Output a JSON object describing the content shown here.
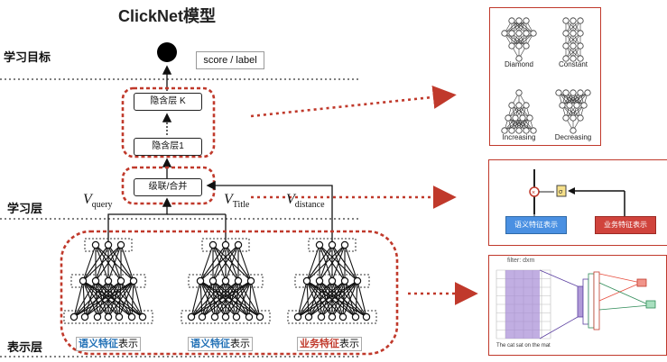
{
  "title": "ClickNet模型",
  "layers": {
    "goal": "学习目标",
    "learn": "学习层",
    "repr": "表示层"
  },
  "output": {
    "score_label": "score / label"
  },
  "hidden": {
    "top": "隐含层 K",
    "bottom": "隐含层1"
  },
  "concat": "级联/合并",
  "vectors": {
    "query_v": "V",
    "query_sub": "query",
    "title_v": "V",
    "title_sub": "Title",
    "distance_v": "V",
    "distance_sub": "distance"
  },
  "repr_labels": [
    {
      "highlight": "语义特征",
      "rest": "表示",
      "color": "#1f6fb5"
    },
    {
      "highlight": "语义特征",
      "rest": "表示",
      "color": "#1f6fb5"
    },
    {
      "highlight": "业务特征",
      "rest": "表示",
      "color": "#c0392b"
    }
  ],
  "monotonic_panel": {
    "items": [
      "Diamond",
      "Constant",
      "Increasing",
      "Decreasing"
    ]
  },
  "fusion_panel": {
    "left_box": "语义特征表示",
    "right_box": "业务特征表示",
    "left_color": "#4a90e2",
    "right_color": "#d0433c"
  },
  "cnn_panel": {
    "filter_label": "filter: dxm",
    "sentence": "The cat sat on the mat"
  },
  "colors": {
    "accent_red": "#c0392b",
    "box_border": "#222222"
  }
}
